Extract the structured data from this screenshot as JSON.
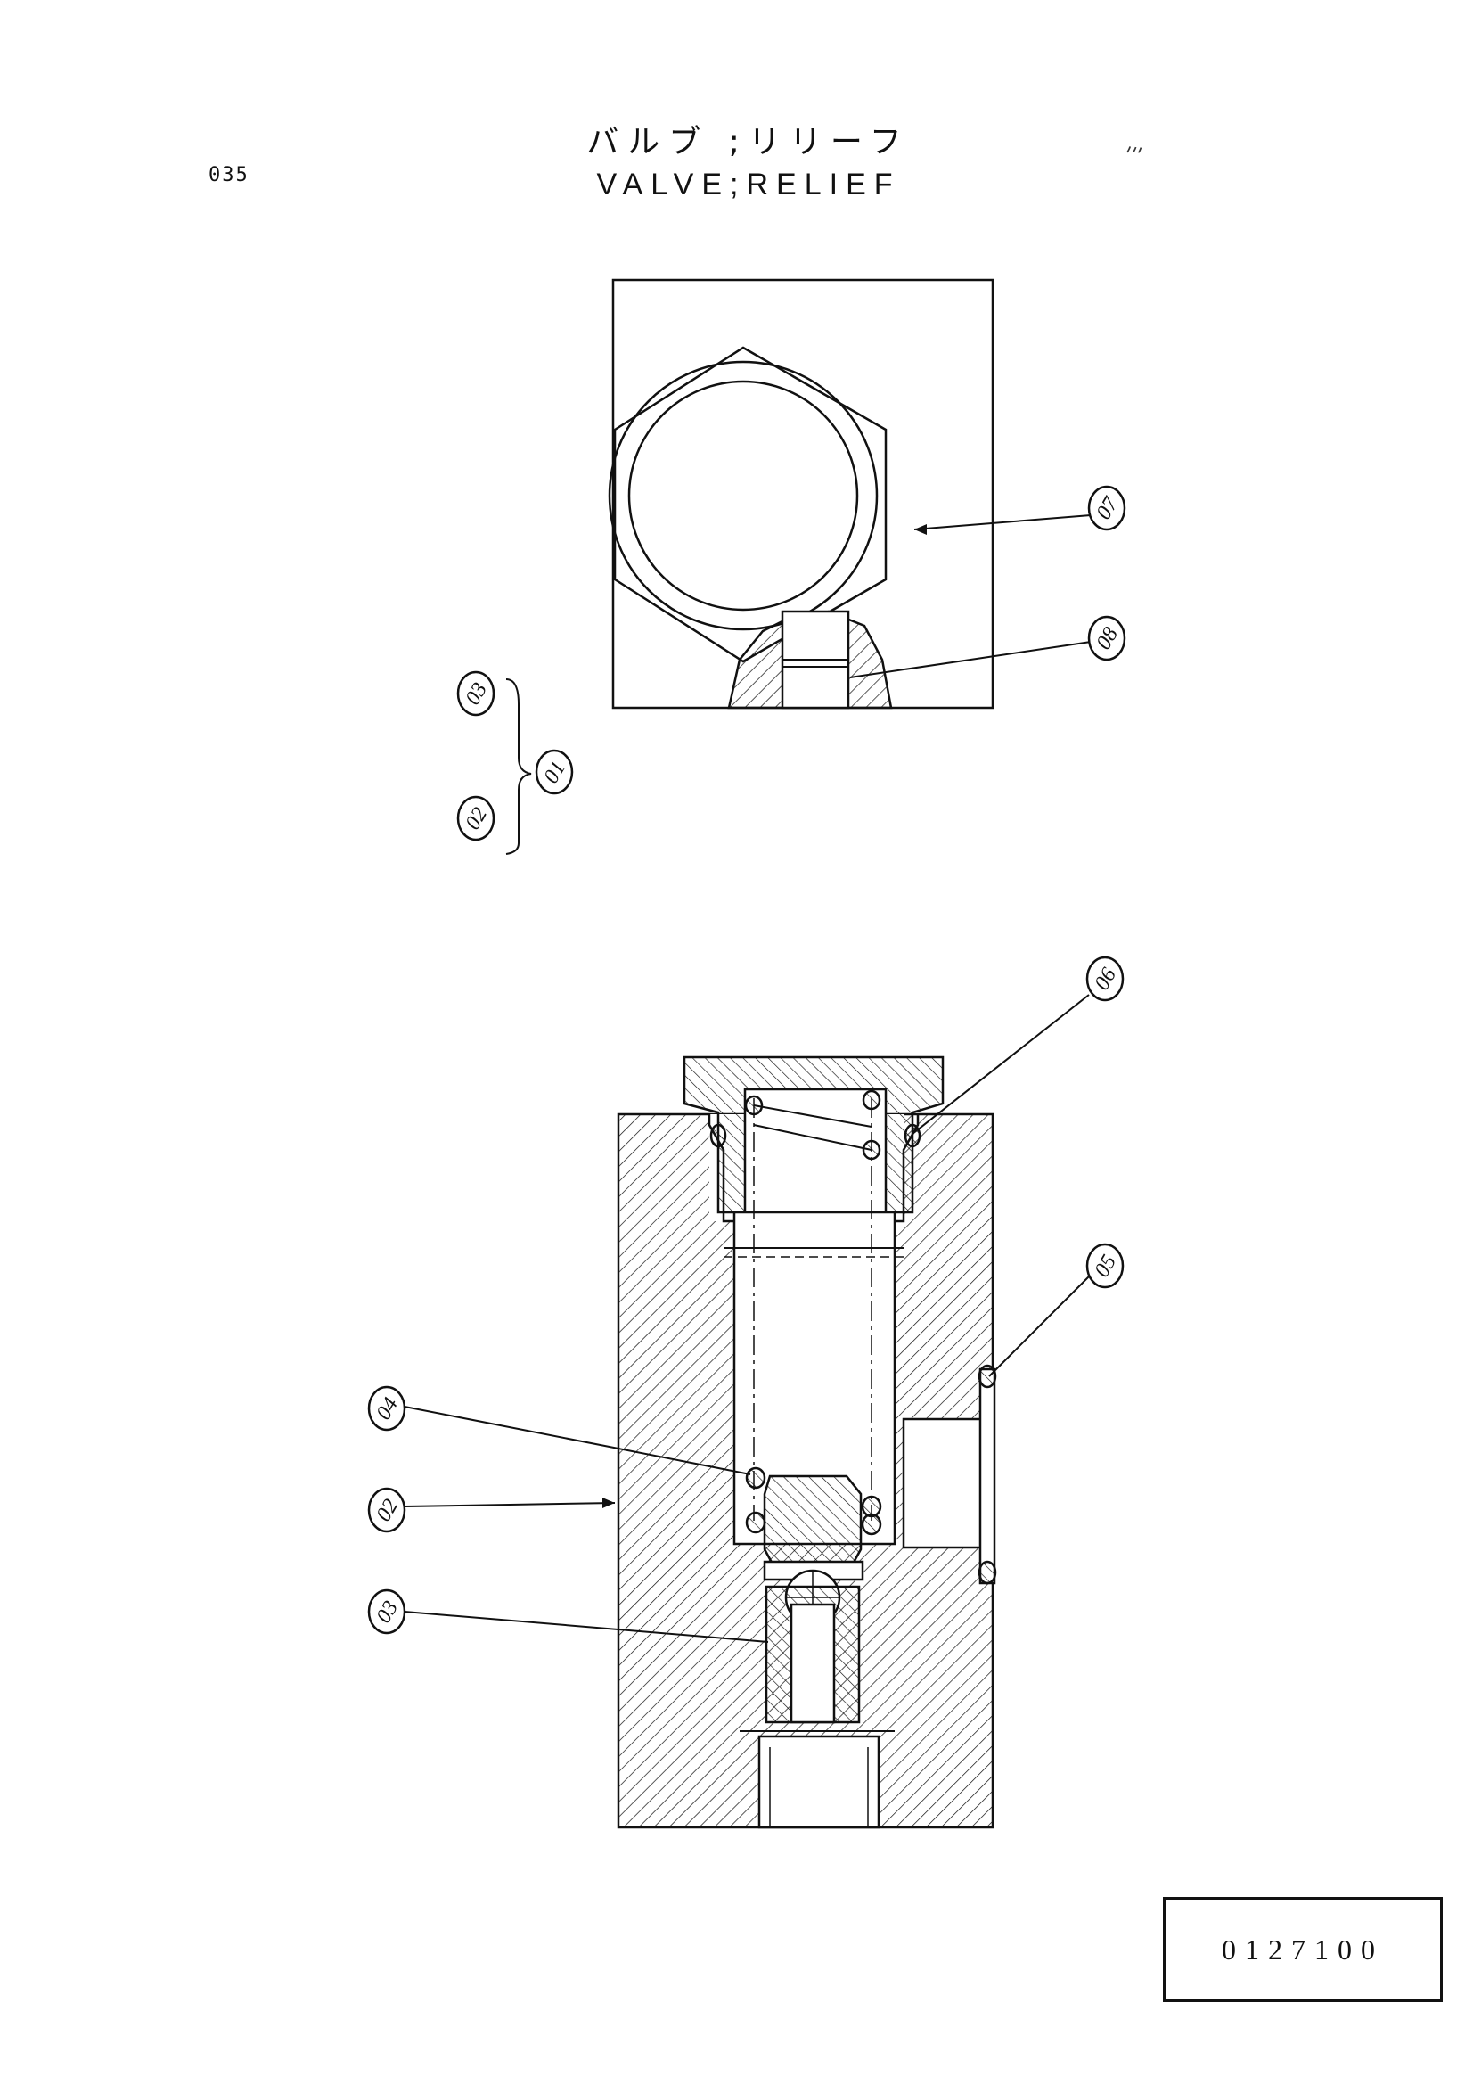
{
  "header": {
    "page_number": "035",
    "title_jp": "バルブ ;リリーフ",
    "title_en": "VALVE;RELIEF",
    "corner_mark": "ﾐ"
  },
  "callouts": {
    "c01": "01",
    "c02": "02",
    "c03": "03",
    "c04": "04",
    "c05": "05",
    "c06": "06",
    "c07": "07",
    "c08": "08"
  },
  "assembly_group": {
    "parent": "01",
    "children": [
      "03",
      "02"
    ]
  },
  "drawing_code": "0127100"
}
